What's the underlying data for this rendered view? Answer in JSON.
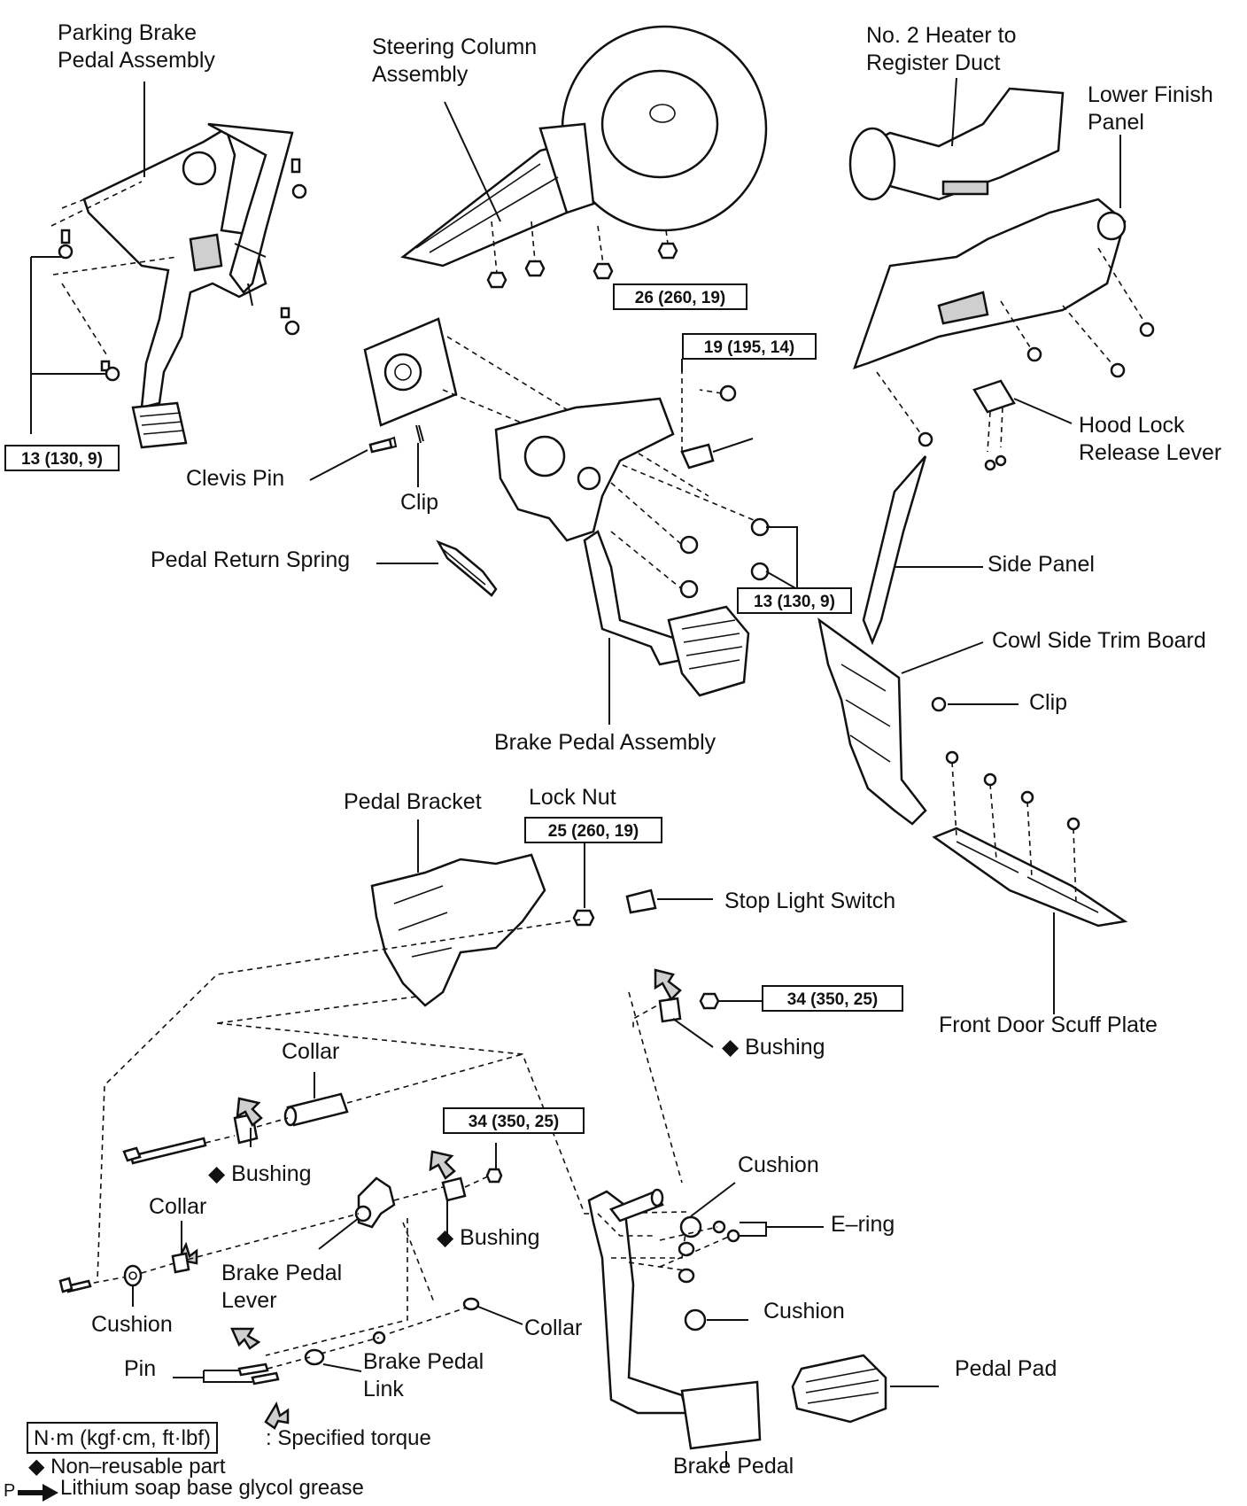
{
  "labels": {
    "parking_brake": "Parking Brake\nPedal Assembly",
    "steering_column": "Steering Column\nAssembly",
    "heater_duct": "No. 2 Heater to\nRegister Duct",
    "lower_finish_panel": "Lower Finish\nPanel",
    "hood_lock": "Hood Lock\nRelease Lever",
    "clevis_pin": "Clevis Pin",
    "clip_upper": "Clip",
    "pedal_return_spring": "Pedal Return Spring",
    "side_panel": "Side Panel",
    "cowl_side_trim": "Cowl Side Trim Board",
    "clip_right": "Clip",
    "brake_pedal_assembly": "Brake Pedal Assembly",
    "pedal_bracket": "Pedal Bracket",
    "lock_nut": "Lock Nut",
    "stop_light_switch": "Stop Light Switch",
    "front_door_scuff": "Front Door Scuff Plate",
    "bushing_right": "◆ Bushing",
    "collar_top": "Collar",
    "bushing_left": "◆ Bushing",
    "bushing_mid": "◆ Bushing",
    "collar_left": "Collar",
    "cushion_right_top": "Cushion",
    "e_ring": "E–ring",
    "brake_pedal_lever": "Brake Pedal\nLever",
    "cushion_left": "Cushion",
    "cushion_right_bottom": "Cushion",
    "collar_bottom": "Collar",
    "pin": "Pin",
    "brake_pedal_link": "Brake Pedal\nLink",
    "pedal_pad": "Pedal Pad",
    "brake_pedal": "Brake Pedal"
  },
  "torques": {
    "t_parking": "13 (130, 9)",
    "t_steering": "26 (260, 19)",
    "t_bracket_bolt": "19 (195, 14)",
    "t_bracket_nuts": "13 (130, 9)",
    "t_lock_nut": "25 (260, 19)",
    "t_pivot_nut": "34 (350, 25)",
    "t_lever_nut": "34 (350, 25)"
  },
  "legend": {
    "unit_box": "N·m (kgf·cm, ft·lbf)",
    "unit_desc": ": Specified torque",
    "non_reusable": "◆ Non–reusable part",
    "grease_prefix": "P",
    "grease": "Lithium soap base glycol grease"
  }
}
